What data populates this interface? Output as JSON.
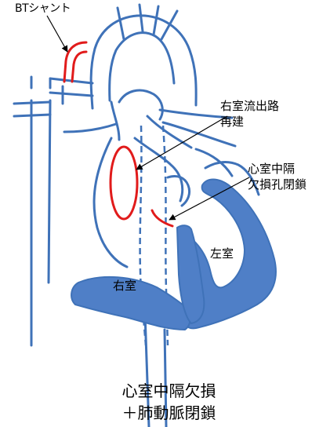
{
  "labels": {
    "bt_shunt": "BTシャント",
    "rvot_line1": "右室流出路",
    "rvot_line2": "再建",
    "vsd_line1": "心室中隔",
    "vsd_line2": "欠損孔閉鎖",
    "left_ventricle": "左室",
    "right_ventricle": "右室"
  },
  "caption": {
    "line1": "心室中隔欠損",
    "line2": "＋肺動脈閉鎖"
  },
  "colors": {
    "outline": "#3f72b8",
    "fill": "#4f7fc7",
    "repair": "#e11b1b",
    "arrow": "#000000",
    "text": "#000000"
  }
}
